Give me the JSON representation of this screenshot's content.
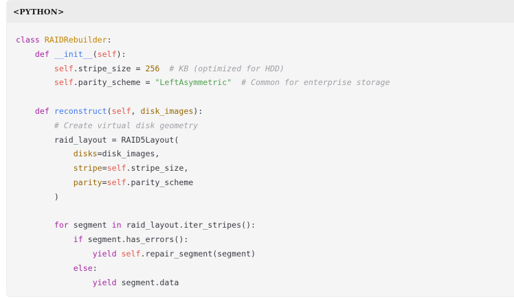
{
  "code_block": {
    "language_label": "<PYTHON>",
    "lines": [
      [
        {
          "t": "kw",
          "v": "class"
        },
        {
          "t": "plain",
          "v": " "
        },
        {
          "t": "cls",
          "v": "RAIDRebuilder"
        },
        {
          "t": "plain",
          "v": ":"
        }
      ],
      [
        {
          "t": "plain",
          "v": "    "
        },
        {
          "t": "kw",
          "v": "def"
        },
        {
          "t": "plain",
          "v": " "
        },
        {
          "t": "fn",
          "v": "__init__"
        },
        {
          "t": "plain",
          "v": "("
        },
        {
          "t": "self",
          "v": "self"
        },
        {
          "t": "plain",
          "v": "):"
        }
      ],
      [
        {
          "t": "plain",
          "v": "        "
        },
        {
          "t": "self",
          "v": "self"
        },
        {
          "t": "plain",
          "v": ".stripe_size = "
        },
        {
          "t": "num",
          "v": "256"
        },
        {
          "t": "plain",
          "v": "  "
        },
        {
          "t": "com",
          "v": "# KB (optimized for HDD)"
        }
      ],
      [
        {
          "t": "plain",
          "v": "        "
        },
        {
          "t": "self",
          "v": "self"
        },
        {
          "t": "plain",
          "v": ".parity_scheme = "
        },
        {
          "t": "str",
          "v": "\"LeftAsymmetric\""
        },
        {
          "t": "plain",
          "v": "  "
        },
        {
          "t": "com",
          "v": "# Common for enterprise storage"
        }
      ],
      [],
      [
        {
          "t": "plain",
          "v": "    "
        },
        {
          "t": "kw",
          "v": "def"
        },
        {
          "t": "plain",
          "v": " "
        },
        {
          "t": "fn",
          "v": "reconstruct"
        },
        {
          "t": "plain",
          "v": "("
        },
        {
          "t": "self",
          "v": "self"
        },
        {
          "t": "plain",
          "v": ", "
        },
        {
          "t": "param",
          "v": "disk_images"
        },
        {
          "t": "plain",
          "v": "):"
        }
      ],
      [
        {
          "t": "plain",
          "v": "        "
        },
        {
          "t": "com",
          "v": "# Create virtual disk geometry"
        }
      ],
      [
        {
          "t": "plain",
          "v": "        raid_layout = RAID5Layout("
        }
      ],
      [
        {
          "t": "plain",
          "v": "            "
        },
        {
          "t": "param",
          "v": "disks"
        },
        {
          "t": "plain",
          "v": "=disk_images,"
        }
      ],
      [
        {
          "t": "plain",
          "v": "            "
        },
        {
          "t": "param",
          "v": "stripe"
        },
        {
          "t": "plain",
          "v": "="
        },
        {
          "t": "self",
          "v": "self"
        },
        {
          "t": "plain",
          "v": ".stripe_size,"
        }
      ],
      [
        {
          "t": "plain",
          "v": "            "
        },
        {
          "t": "param",
          "v": "parity"
        },
        {
          "t": "plain",
          "v": "="
        },
        {
          "t": "self",
          "v": "self"
        },
        {
          "t": "plain",
          "v": ".parity_scheme"
        }
      ],
      [
        {
          "t": "plain",
          "v": "        )"
        }
      ],
      [],
      [
        {
          "t": "plain",
          "v": "        "
        },
        {
          "t": "kw",
          "v": "for"
        },
        {
          "t": "plain",
          "v": " segment "
        },
        {
          "t": "kw",
          "v": "in"
        },
        {
          "t": "plain",
          "v": " raid_layout.iter_stripes():"
        }
      ],
      [
        {
          "t": "plain",
          "v": "            "
        },
        {
          "t": "kw",
          "v": "if"
        },
        {
          "t": "plain",
          "v": " segment.has_errors():"
        }
      ],
      [
        {
          "t": "plain",
          "v": "                "
        },
        {
          "t": "kw",
          "v": "yield"
        },
        {
          "t": "plain",
          "v": " "
        },
        {
          "t": "self",
          "v": "self"
        },
        {
          "t": "plain",
          "v": ".repair_segment(segment)"
        }
      ],
      [
        {
          "t": "plain",
          "v": "            "
        },
        {
          "t": "kw",
          "v": "else"
        },
        {
          "t": "plain",
          "v": ":"
        }
      ],
      [
        {
          "t": "plain",
          "v": "                "
        },
        {
          "t": "kw",
          "v": "yield"
        },
        {
          "t": "plain",
          "v": " segment.data"
        }
      ]
    ]
  },
  "colors": {
    "keyword": "#a626a4",
    "class_name": "#c18401",
    "function_name": "#4078f2",
    "self": "#e45649",
    "number": "#986801",
    "string": "#50a14f",
    "comment": "#a0a1a7",
    "text": "#383a42",
    "header_bg": "#ececec",
    "body_bg": "#f5f5f5"
  }
}
